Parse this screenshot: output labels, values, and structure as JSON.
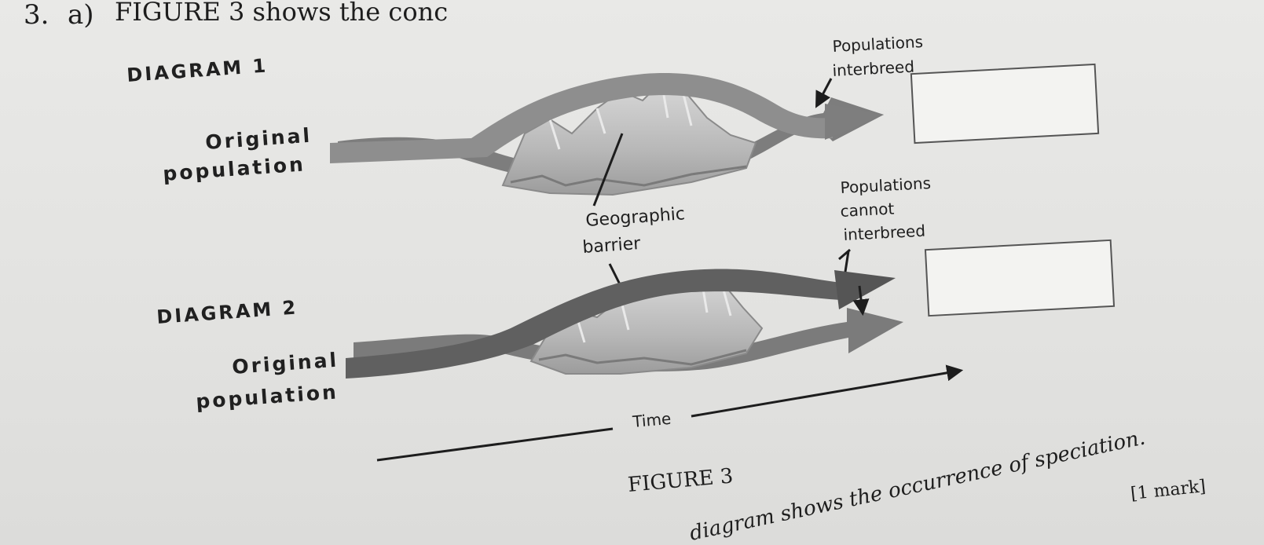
{
  "question": {
    "number": "3.",
    "part": "a)",
    "intro": "FIGURE 3 shows the conc"
  },
  "diagram1": {
    "title": "DIAGRAM 1",
    "original_line1": "Original",
    "original_line2": "population",
    "outcome_line1": "Populations",
    "outcome_line2": "interbreed"
  },
  "barrier": {
    "line1": "Geographic",
    "line2": "barrier"
  },
  "diagram2": {
    "title": "DIAGRAM 2",
    "original_line1": "Original",
    "original_line2": "population",
    "outcome_line1": "Populations",
    "outcome_line2": "cannot",
    "outcome_line3": "interbreed"
  },
  "time_label": "Time",
  "figure_caption": "FIGURE 3",
  "question_tail": "diagram shows the occurrence of speciation.",
  "marks": "[1 mark]",
  "colors": {
    "stream_light": "#8f8f8f",
    "stream_dark": "#6b6b6b",
    "mountain": "#bdbdbd",
    "ink": "#1d1d1d"
  }
}
